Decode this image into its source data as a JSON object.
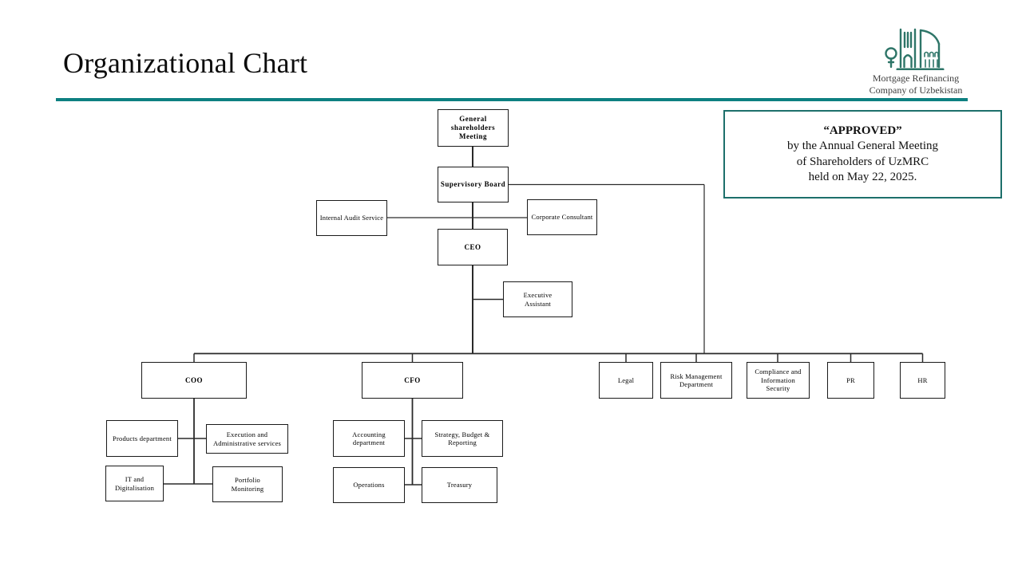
{
  "page": {
    "title": "Organizational Chart",
    "accent_color": "#0d8081"
  },
  "logo": {
    "icon": "uzmrc-buildings-icon",
    "color": "#2e7568",
    "line1": "Mortgage Refinancing",
    "line2": "Company of Uzbekistan"
  },
  "approval": {
    "line1": "“APPROVED”",
    "line2": "by the Annual General Meeting",
    "line3": "of Shareholders of UzMRC",
    "line4": "held on May 22, 2025."
  },
  "chart": {
    "type": "org-chart",
    "nodes": {
      "general_meeting": {
        "label": "General\nshareholders\nMeeting",
        "parent": null
      },
      "supervisory_board": {
        "label": "Supervisory Board",
        "parent": "general_meeting"
      },
      "internal_audit": {
        "label": "Internal Audit Service",
        "parent": "supervisory_board"
      },
      "corporate_consultant": {
        "label": "Corporate Consultant",
        "parent": "supervisory_board"
      },
      "ceo": {
        "label": "CEO",
        "parent": "supervisory_board"
      },
      "executive_assistant": {
        "label": "Executive\nAssistant",
        "parent": "ceo"
      },
      "coo": {
        "label": "COO",
        "parent": "ceo"
      },
      "cfo": {
        "label": "CFO",
        "parent": "ceo"
      },
      "legal": {
        "label": "Legal",
        "parent": "ceo"
      },
      "risk_management": {
        "label": "Risk Management\nDepartment",
        "parent": "ceo"
      },
      "compliance": {
        "label": "Compliance and\nInformation\nSecurity",
        "parent": "ceo"
      },
      "pr": {
        "label": "PR",
        "parent": "ceo"
      },
      "hr": {
        "label": "HR",
        "parent": "ceo"
      },
      "products": {
        "label": "Products department",
        "parent": "coo"
      },
      "execution_admin": {
        "label": "Execution and\nAdministrative services",
        "parent": "coo"
      },
      "it_digitalisation": {
        "label": "IT and\nDigitalisation",
        "parent": "coo"
      },
      "portfolio_monitoring": {
        "label": "Portfolio\nMonitoring",
        "parent": "coo"
      },
      "accounting": {
        "label": "Accounting\ndepartment",
        "parent": "cfo"
      },
      "strategy_budget": {
        "label": "Strategy, Budget &\nReporting",
        "parent": "cfo"
      },
      "operations": {
        "label": "Operations",
        "parent": "cfo"
      },
      "treasury": {
        "label": "Treasury",
        "parent": "cfo"
      }
    }
  }
}
